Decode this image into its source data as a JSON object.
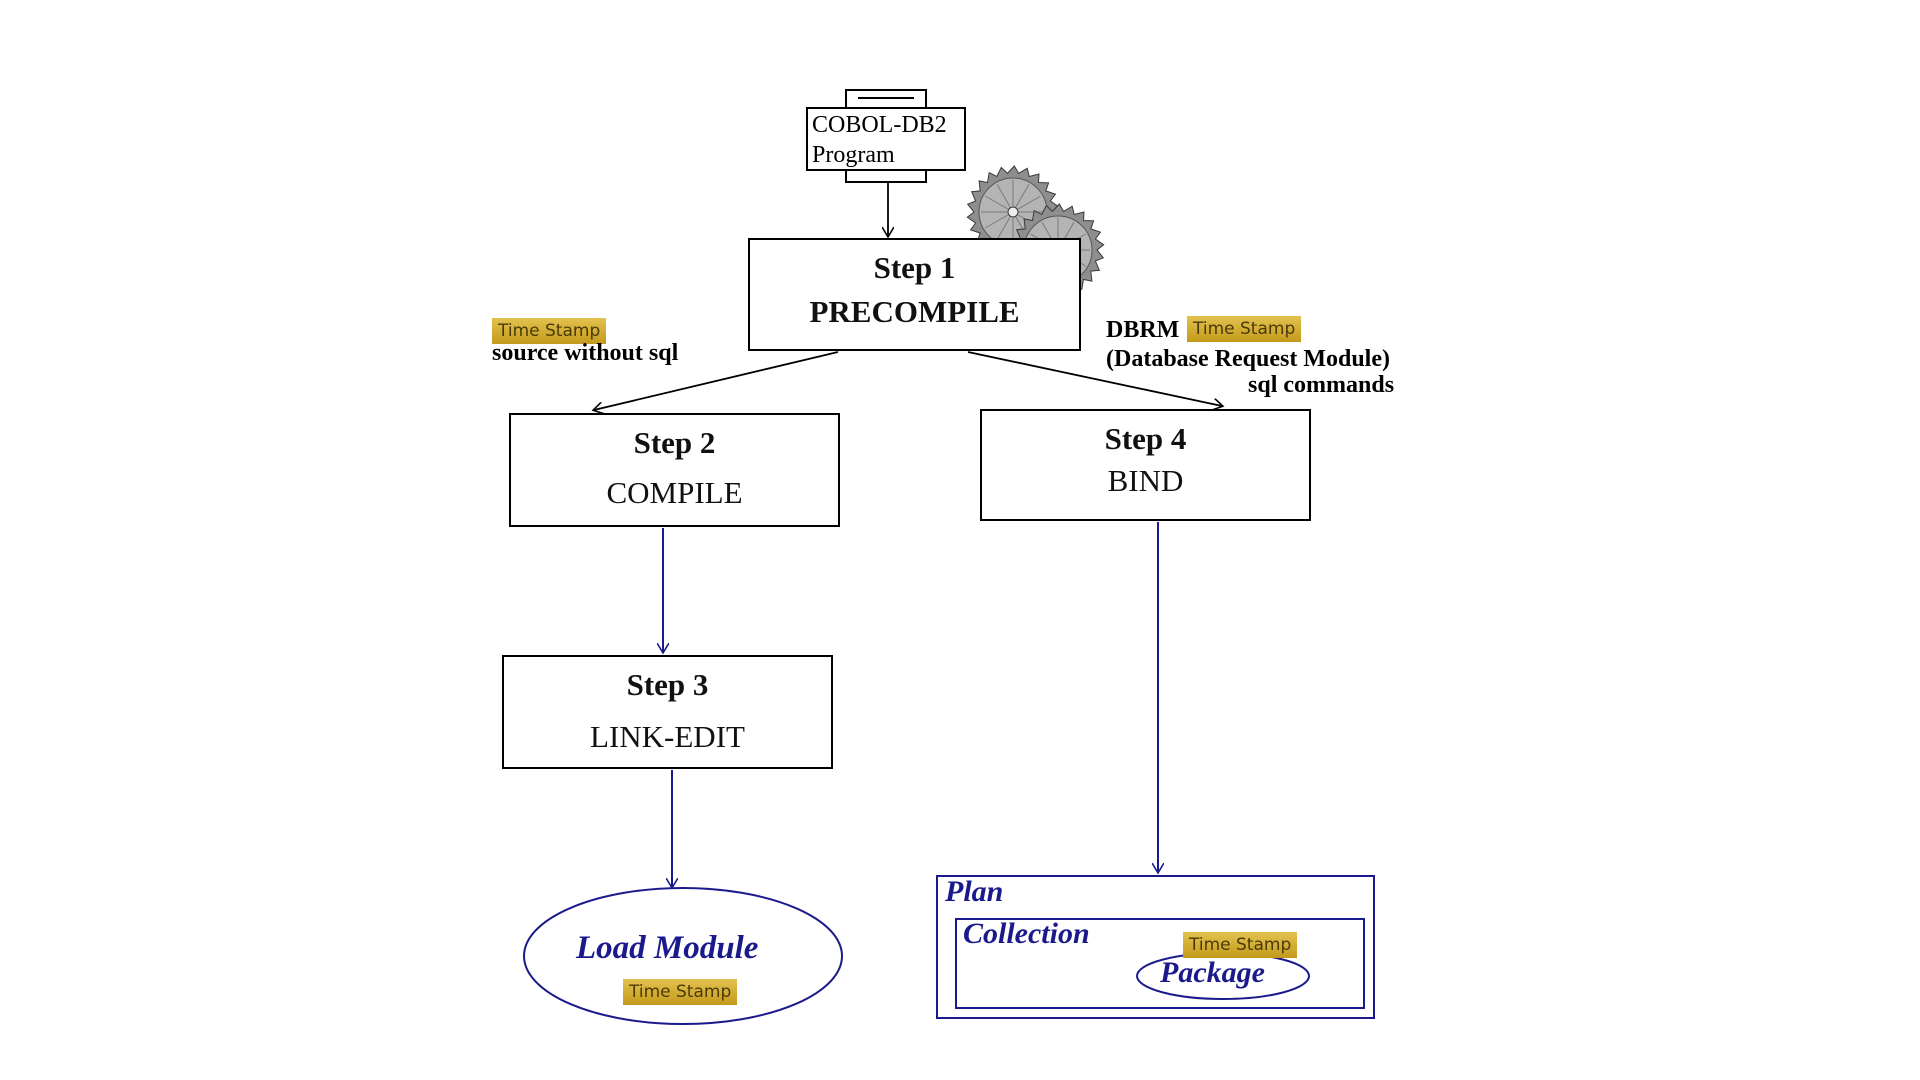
{
  "program": {
    "line1": "COBOL-DB2",
    "line2": "Program"
  },
  "steps": [
    {
      "num": "Step 1",
      "name": "PRECOMPILE"
    },
    {
      "num": "Step 2",
      "name": "COMPILE"
    },
    {
      "num": "Step 3",
      "name": "LINK-EDIT"
    },
    {
      "num": "Step 4",
      "name": "BIND"
    }
  ],
  "timestamp_label": "Time Stamp",
  "left_output": {
    "text": "source without sql"
  },
  "right_output": {
    "title": "DBRM",
    "line2": "(Database Request Module)",
    "line3": "sql commands"
  },
  "load_module": {
    "label": "Load Module"
  },
  "plan": {
    "label": "Plan",
    "collection": "Collection",
    "package": "Package"
  },
  "colors": {
    "arrow_blue": "#1a1a8c",
    "timestamp_gold": "#d4ad30"
  }
}
